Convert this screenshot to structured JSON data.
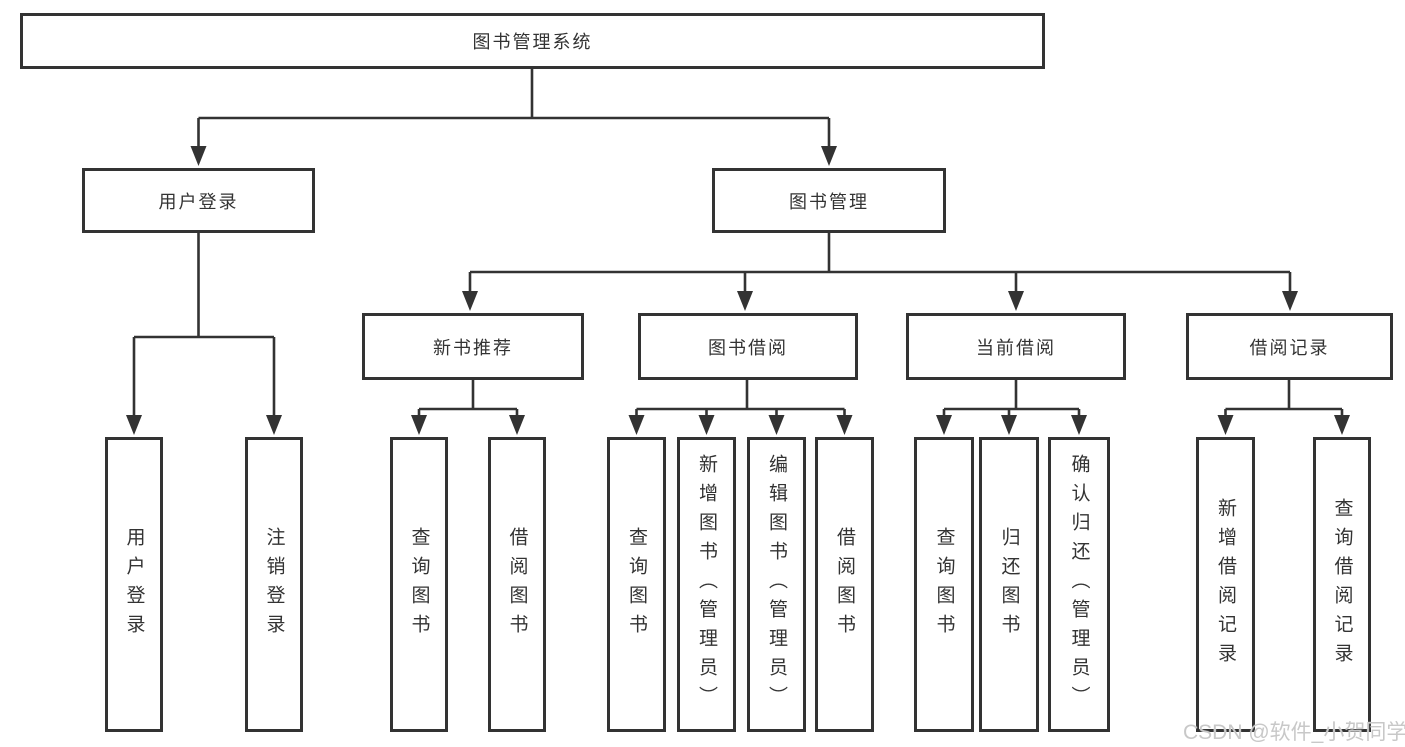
{
  "diagram": {
    "root": "图书管理系统",
    "level2": {
      "user_login": "用户登录",
      "book_management": "图书管理"
    },
    "level3": {
      "new_book_recommend": "新书推荐",
      "book_borrowing": "图书借阅",
      "current_borrowing": "当前借阅",
      "borrowing_records": "借阅记录"
    },
    "leaves": {
      "user_login": [
        "用户登录",
        "注销登录"
      ],
      "new_book_recommend": [
        "查询图书",
        "借阅图书"
      ],
      "book_borrowing": [
        "查询图书",
        "新增图书（管理员）",
        "编辑图书（管理员）",
        "借阅图书"
      ],
      "current_borrowing": [
        "查询图书",
        "归还图书",
        "确认归还（管理员）"
      ],
      "borrowing_records": [
        "新增借阅记录",
        "查询借阅记录"
      ]
    }
  },
  "colors": {
    "line": "#333333",
    "text": "#333333",
    "box_background": "#ffffff",
    "watermark": "#c8c8c8"
  },
  "watermark": "CSDN @软件_小贺同学"
}
